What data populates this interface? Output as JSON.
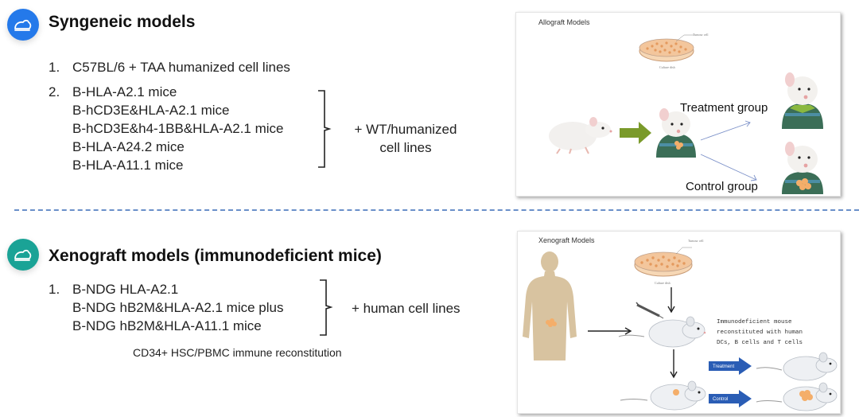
{
  "colors": {
    "syngeneic_badge": "#2479ea",
    "xenograft_badge": "#1aa396",
    "divider": "#6a8fc9",
    "green_arrow": "#7a9a2a",
    "blue_arrow": "#2a5db5"
  },
  "syngeneic": {
    "icon": "mouse-icon",
    "title": "Syngeneic models",
    "items": [
      {
        "number": "1.",
        "lines": [
          "C57BL/6 + TAA humanized  cell lines"
        ]
      },
      {
        "number": "2.",
        "lines": [
          "B-HLA-A2.1 mice",
          "B-hCD3E&HLA-A2.1 mice",
          "B-hCD3E&h4-1BB&HLA-A2.1  mice",
          "B-HLA-A24.2 mice",
          "B-HLA-A11.1 mice"
        ]
      }
    ],
    "brace_label_line1": "+ WT/humanized",
    "brace_label_line2": "cell lines"
  },
  "allograft_figure": {
    "title": "Allograft Models",
    "dish_label": "Tumour cell",
    "dish_caption": "Culture dish",
    "treatment_label": "Treatment  group",
    "control_label": "Control  group"
  },
  "xenograft": {
    "icon": "mouse-icon",
    "title": "Xenograft models (immunodeficient mice)",
    "items": [
      {
        "number": "1.",
        "lines": [
          "B-NDG HLA-A2.1",
          "B-NDG hB2M&HLA-A2.1  mice plus",
          "B-NDG hB2M&HLA-A11.1  mice"
        ]
      }
    ],
    "brace_label": "+ human  cell lines",
    "note": "CD34+ HSC/PBMC  immune reconstitution"
  },
  "xenograft_figure": {
    "title": "Xenograft Models",
    "dish_label": "Tumour cell",
    "dish_caption": "Culture dish",
    "mouse_description": [
      "Immunodeficient mouse",
      "reconstituted with human",
      "DCs, B cells and T cells"
    ],
    "treatment_label": "Treatment",
    "control_label": "Control"
  }
}
